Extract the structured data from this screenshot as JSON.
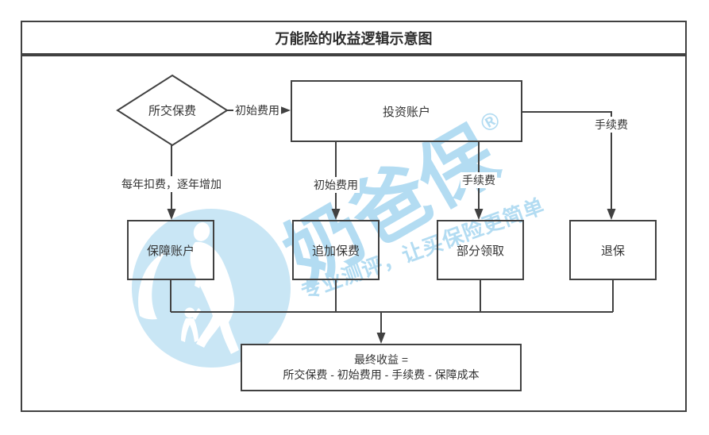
{
  "title": "万能险的收益逻辑示意图",
  "diagram": {
    "diamond": {
      "label": "所交保费"
    },
    "boxes": {
      "investment": "投资账户",
      "protection": "保障账户",
      "add_premium": "追加保费",
      "partial": "部分领取",
      "surrender": "退保"
    },
    "final_box": {
      "line1": "最终收益 =",
      "line2": "所交保费 - 初始费用 - 手续费 - 保障成本"
    },
    "edge_labels": {
      "initial_fee_to_investment": "初始费用",
      "annual_deduction": "每年扣费，逐年增加",
      "initial_fee_down": "初始费用",
      "service_fee_down": "手续费",
      "service_fee_right": "手续费"
    }
  },
  "watermark": {
    "brand": "奶爸保",
    "registered_mark": "®",
    "slogan": "专业测评，让买保险更简单",
    "text_color": "#b3dcf2",
    "circle_color": "#c9e6f5"
  },
  "colors": {
    "line": "#414141",
    "text": "#333333",
    "background": "#ffffff"
  }
}
